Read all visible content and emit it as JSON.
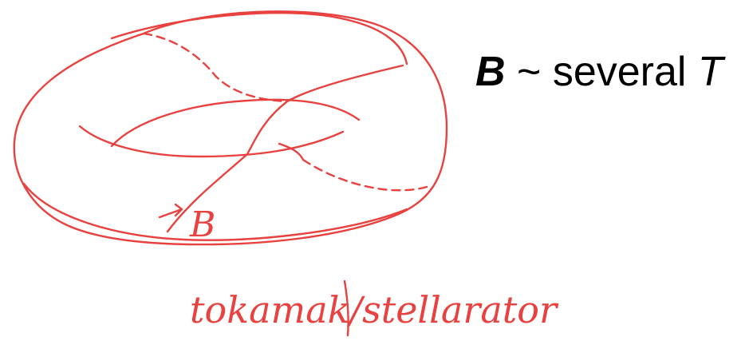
{
  "field_label": {
    "symbol": "B",
    "tilde": " ~ ",
    "word": "several ",
    "unit": "T"
  },
  "sketch": {
    "field_arrow_label": "B",
    "caption": "tokamak/stellarator",
    "ink_color": "#e8413f"
  }
}
